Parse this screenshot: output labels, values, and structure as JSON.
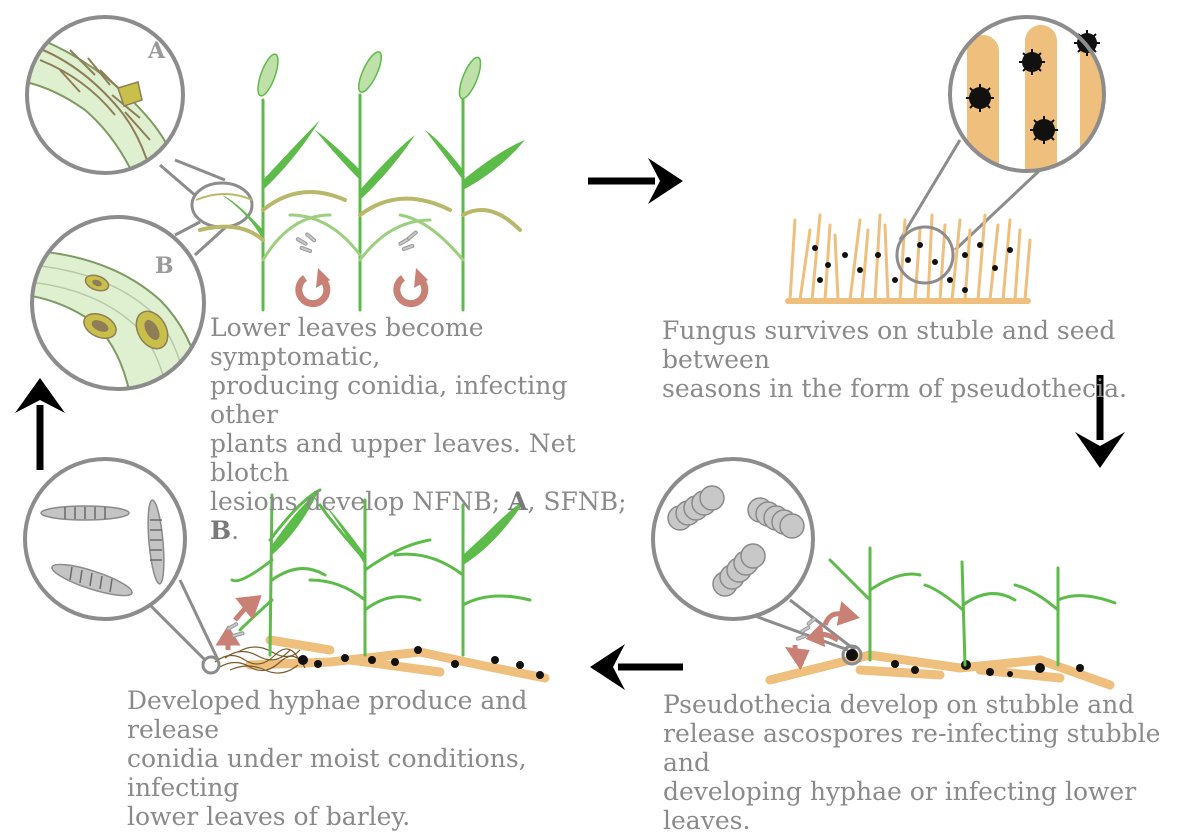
{
  "captions": {
    "top_left": {
      "text_start": "Lower leaves become symptomatic,\nproducing conidia, infecting other\nplants and upper leaves. Net blotch\nlesions develop NFNB; ",
      "label_a": "A",
      "text_mid": ", SFNB; ",
      "label_b": "B",
      "text_end": "."
    },
    "top_right": "Fungus survives on stuble and seed between\nseasons in the form of pseudothecia.",
    "bottom_right": "Pseudothecia develop on stubble and\nrelease ascospores re-infecting stubble and\ndeveloping hyphae or infecting lower leaves.",
    "bottom_left": "Developed hyphae produce and release\nconidia under moist conditions, infecting\nlower leaves of barley."
  },
  "inset_labels": {
    "a": "A",
    "b": "B"
  },
  "arrows": [
    {
      "name": "arrow-right",
      "direction": "right"
    },
    {
      "name": "arrow-down",
      "direction": "down"
    },
    {
      "name": "arrow-left",
      "direction": "left"
    },
    {
      "name": "arrow-up",
      "direction": "up"
    }
  ],
  "colors": {
    "leaf_green": "#5dbb4a",
    "leaf_light": "#dff0d0",
    "stubble": "#eebf7d",
    "circle_border": "#8c8c8c",
    "lesion": "#a39a3c",
    "spore": "#9a9a9a",
    "cycle_arrow": "#c98075",
    "text": "#8a8a8a"
  }
}
